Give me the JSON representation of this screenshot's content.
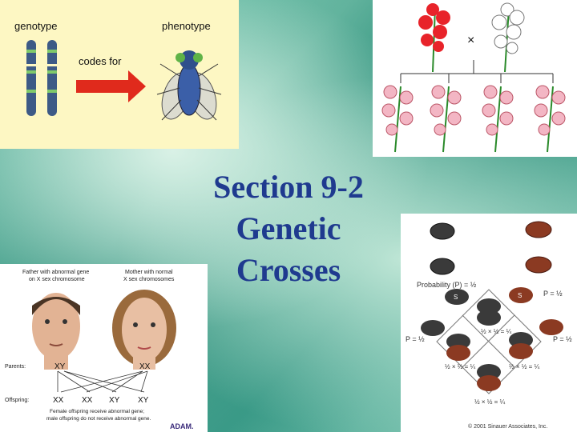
{
  "title": {
    "line1": "Section 9-2",
    "line2": "Genetic",
    "line3": "Crosses"
  },
  "genotype_panel": {
    "genotype": "genotype",
    "phenotype": "phenotype",
    "codes_for": "codes for"
  },
  "pedigree_panel": {
    "father_line1": "Father with abnormal gene",
    "father_line2": "on X sex chromosome",
    "mother_line1": "Mother with normal",
    "mother_line2": "X sex chromosomes",
    "parents": "Parents:",
    "father_geno": "XY",
    "mother_geno": "XX",
    "offspring": "Offspring:",
    "off1": "XX",
    "off2": "XX",
    "off3": "XY",
    "off4": "XY",
    "caption1": "Female offspring receive abnormal gene;",
    "caption2": "male offspring do not receive abnormal gene.",
    "logo": "ADAM."
  },
  "coin_panel": {
    "probability": "Probability (P) = ½",
    "p_right_top": "P = ½",
    "p_left": "P = ½",
    "p_right": "P = ½",
    "quarter": "½ × ½ = ¼",
    "coin_letter": "S",
    "copyright": "© 2001 Sinauer Associates, Inc."
  },
  "flower_panel": {
    "cross_symbol": "×"
  },
  "colors": {
    "title": "#1f3a8f",
    "arrow": "#e02a1c",
    "red_flower": "#e8232a",
    "pink_flower": "#f3b6c4"
  }
}
